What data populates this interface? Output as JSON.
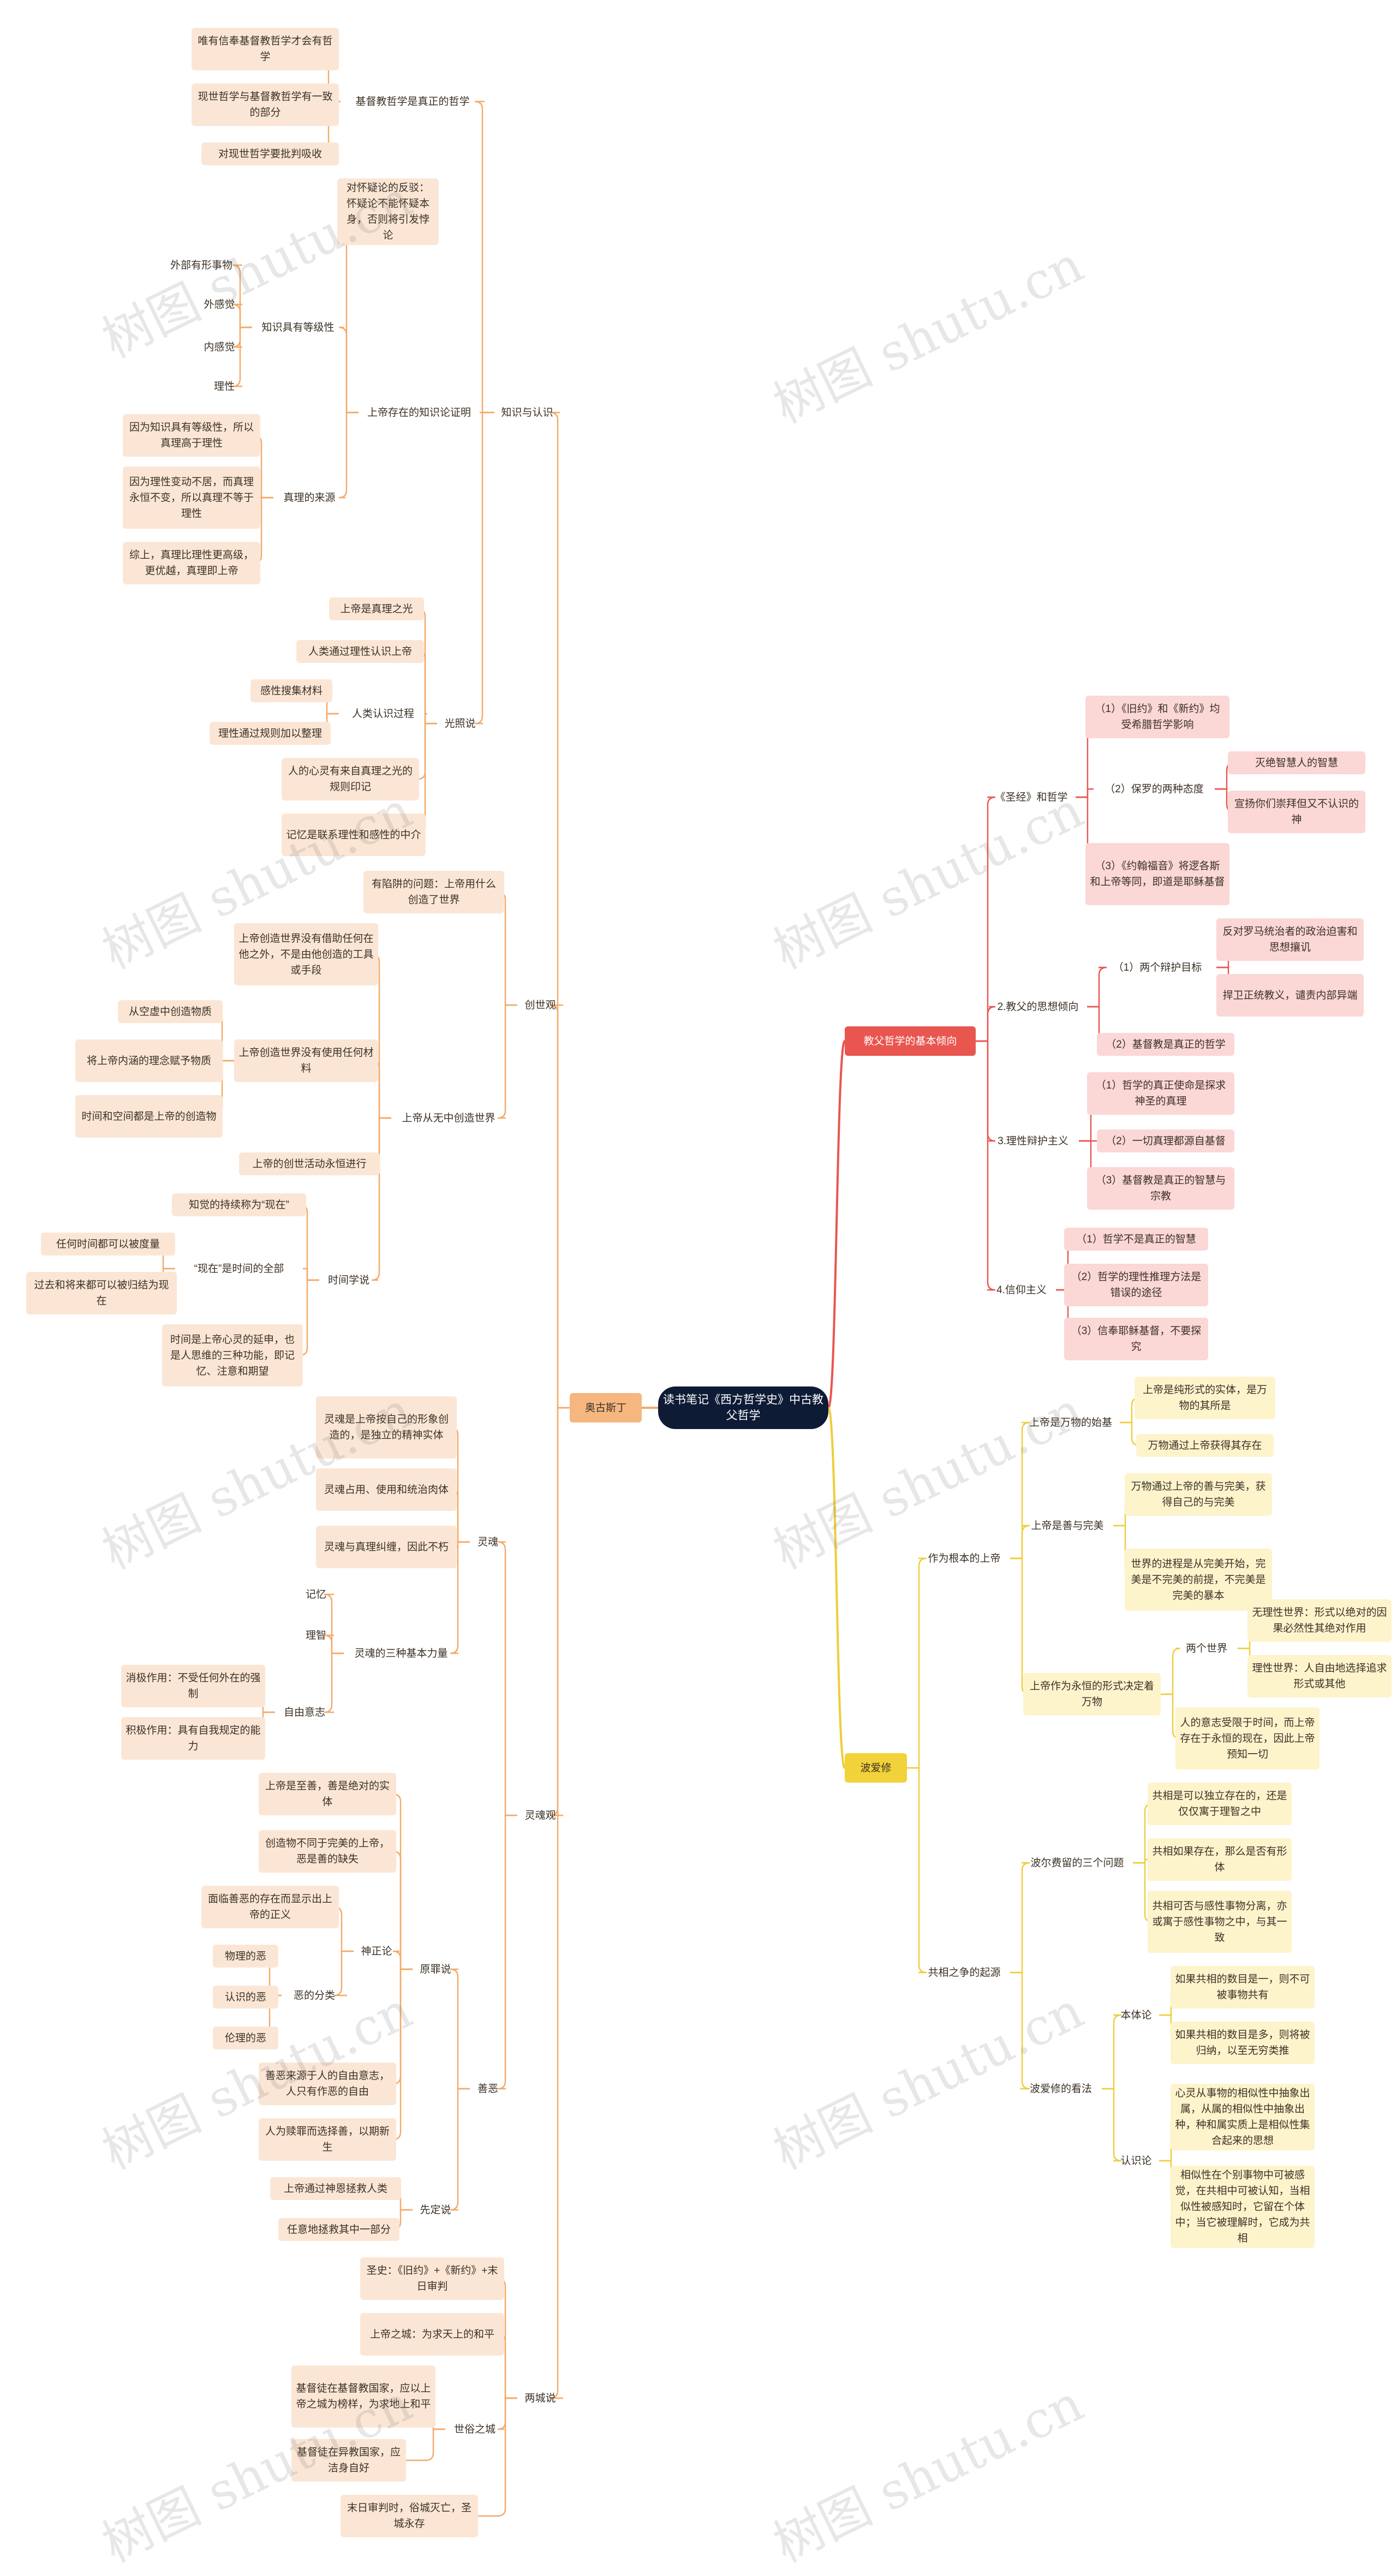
{
  "watermark": "树图 shutu.cn",
  "colors": {
    "orange_branch": "#f3a968",
    "red_branch": "#e9554f",
    "yellow_branch": "#efcd3a",
    "root": "#0d1b35"
  },
  "root": {
    "label": "读书笔记《西方哲学史》中古教父哲学"
  },
  "augustine": {
    "label": "奥古斯丁",
    "knowledge": {
      "label": "知识与认识",
      "true_philosophy": {
        "label": "基督教哲学是真正的哲学",
        "items": [
          "唯有信奉基督教哲学才会有哲学",
          "现世哲学与基督教哲学有一致的部分",
          "对现世哲学要批判吸收"
        ]
      },
      "god_proof": {
        "label": "上帝存在的知识论证明",
        "doubt": "对怀疑论的反驳：怀疑论不能怀疑本身，否则将引发悖论",
        "levels": {
          "label": "知识具有等级性",
          "items": [
            "外部有形事物",
            "外感觉",
            "内感觉",
            "理性"
          ]
        },
        "source": {
          "label": "真理的来源",
          "items": [
            "因为知识具有等级性，所以真理高于理性",
            "因为理性变动不居，而真理永恒不变，所以真理不等于理性",
            "综上，真理比理性更高级，更优越，真理即上帝"
          ]
        }
      },
      "illumination": {
        "label": "光照说",
        "sun": "上帝是真理之光",
        "reason": "人类通过理性认识上帝",
        "process": {
          "label": "人类认识过程",
          "items": [
            "感性搜集材料",
            "理性通过规则加以整理"
          ]
        },
        "mind": "人的心灵有来自真理之光的规则印记",
        "memory": "记忆是联系理性和感性的中介"
      }
    },
    "creation": {
      "label": "创世观",
      "question": "有陷阱的问题：上帝用什么创造了世界",
      "ex_nihilo": {
        "label": "上帝从无中创造世界",
        "no_tools": "上帝创造世界没有借助任何在他之外，不是由他创造的工具或手段",
        "no_material": {
          "label": "上帝创造世界没有使用任何材料",
          "items": [
            "从空虚中创造物质",
            "将上帝内涵的理念赋予物质",
            "时间和空间都是上帝的创造物"
          ]
        },
        "eternal": "上帝的创世活动永恒进行",
        "time": {
          "label": "时间学说",
          "persist": "知觉的持续称为“现在”",
          "now": {
            "label": "“现在”是时间的全部",
            "items": [
              "任何时间都可以被度量",
              "过去和将来都可以被归结为现在"
            ]
          },
          "extension": "时间是上帝心灵的延申，也是人思维的三种功能，即记忆、注意和期望"
        }
      }
    },
    "soul_view": {
      "label": "灵魂观",
      "soul": {
        "label": "灵魂",
        "items": [
          "灵魂是上帝按自己的形象创造的，是独立的精神实体",
          "灵魂占用、使用和统治肉体",
          "灵魂与真理纠缠，因此不朽"
        ],
        "powers": {
          "label": "灵魂的三种基本力量",
          "memory": "记忆",
          "reason": "理智",
          "will": {
            "label": "自由意志",
            "items": [
              "消极作用：不受任何外在的强制",
              "积极作用：具有自我规定的能力"
            ]
          }
        }
      },
      "good_evil": {
        "label": "善恶",
        "original_sin": {
          "label": "原罪说",
          "items": [
            "上帝是至善，善是绝对的实体",
            "创造物不同于完美的上帝，恶是善的缺失"
          ],
          "theodicy": {
            "label": "神正论",
            "evidence": "面临善恶的存在而显示出上帝的正义",
            "kinds": {
              "label": "恶的分类",
              "items": [
                "物理的恶",
                "认识的恶",
                "伦理的恶"
              ]
            }
          },
          "free_will": "善恶来源于人的自由意志，人只有作恶的自由",
          "atonement": "人为赎罪而选择善，以期新生"
        },
        "predestination": {
          "label": "先定说",
          "items": [
            "上帝通过神恩拯救人类",
            "任意地拯救其中一部分"
          ]
        }
      }
    },
    "two_cities": {
      "label": "两城说",
      "scripture": "圣史：《旧约》+《新约》+末日审判",
      "heavenly": "上帝之城：为求天上的和平",
      "earthly": {
        "label": "世俗之城",
        "items": [
          "基督徒在基督教国家，应以上帝之城为榜样，为求地上和平",
          "基督徒在异教国家，应洁身自好"
        ]
      },
      "end": "末日审判时，俗城灭亡，圣城永存"
    }
  },
  "tendency": {
    "label": "教父哲学的基本倾向",
    "bible": {
      "label": "《圣经》和哲学",
      "influence": "（1）《旧约》和《新约》均受希腊哲学影响",
      "attitudes": {
        "label": "（2）保罗的两种态度",
        "items": [
          "灭绝智慧人的智慧",
          "宣扬你们崇拜但又不认识的神"
        ]
      },
      "john": "（3）《约翰福音》将逻各斯和上帝等同，即道是耶稣基督"
    },
    "thought": {
      "label": "2.教父的思想倾向",
      "goals": {
        "label": "（1）两个辩护目标",
        "items": [
          "反对罗马统治者的政治迫害和思想攘讥",
          "捍卫正统教义，谴责内部异端"
        ]
      },
      "true": "（2）基督教是真正的哲学"
    },
    "rational": {
      "label": "3.理性辩护主义",
      "items": [
        "（1）哲学的真正使命是探求神圣的真理",
        "（2）一切真理都源自基督",
        "（3）基督教是真正的智慧与宗教"
      ]
    },
    "fideism": {
      "label": "4.信仰主义",
      "items": [
        "（1）哲学不是真正的智慧",
        "（2）哲学的理性推理方法是错误的途径",
        "（3）信奉耶稣基督，不要探究"
      ]
    }
  },
  "boethius": {
    "label": "波爱修",
    "god_root": {
      "label": "作为根本的上帝",
      "origin": {
        "label": "上帝是万物的始基",
        "items": [
          "上帝是纯形式的实体，是万物的其所是",
          "万物通过上帝获得其存在"
        ]
      },
      "good": {
        "label": "上帝是善与完美",
        "items": [
          "万物通过上帝的善与完美，获得自己的与完美",
          "世界的进程是从完美开始，完美是不完美的前提，不完美是完美的暴本"
        ]
      },
      "decides": {
        "label": "上帝作为永恒的形式决定着万物",
        "worlds": {
          "label": "两个世界",
          "items": [
            "无理性世界：形式以绝对的因果必然性其绝对作用",
            "理性世界：人自由地选择追求形式或其他"
          ]
        },
        "will": "人的意志受限于时间，而上帝存在于永恒的现在，因此上帝预知一切"
      }
    },
    "universals": {
      "label": "共相之争的起源",
      "porphyry": {
        "label": "波尔费留的三个问题",
        "items": [
          "共相是可以独立存在的，还是仅仅寓于理智之中",
          "共相如果存在，那么是否有形体",
          "共相可否与感性事物分离，亦或寓于感性事物之中，与其一致"
        ]
      },
      "view": {
        "label": "波爱修的看法",
        "ontology": {
          "label": "本体论",
          "items": [
            "如果共相的数目是一，则不可被事物共有",
            "如果共相的数目是多，则将被归纳，以至无穷类推"
          ]
        },
        "epistemology": {
          "label": "认识论",
          "items": [
            "心灵从事物的相似性中抽象出属，从属的相似性中抽象出种，种和属实质上是相似性集合起来的思想",
            "相似性在个别事物中可被感觉，在共相中可被认知，当相似性被感知时，它留在个体中；当它被理解时，它成为共相"
          ]
        }
      }
    }
  }
}
